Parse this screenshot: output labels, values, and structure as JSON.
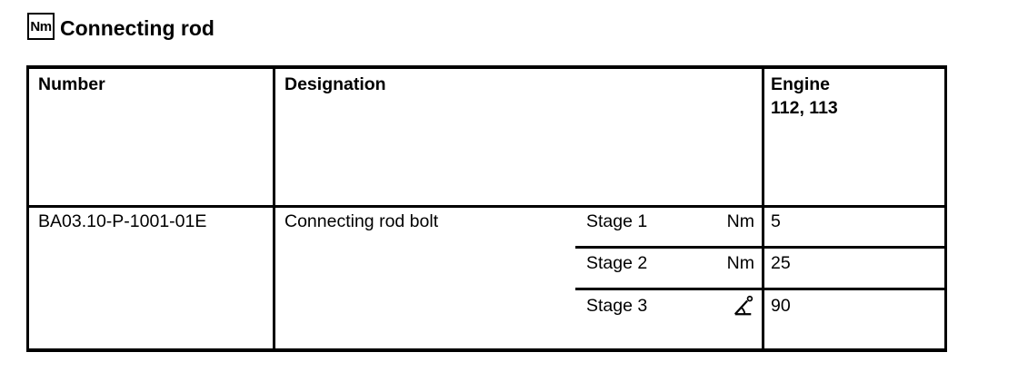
{
  "header": {
    "icon_label": "Nm",
    "title": "Connecting rod"
  },
  "table": {
    "columns": {
      "number": "Number",
      "designation": "Designation",
      "engine": [
        "Engine",
        "112, 113"
      ]
    },
    "row": {
      "number": "BA03.10-P-1001-01E",
      "designation": "Connecting rod bolt",
      "stages": [
        {
          "label": "Stage 1",
          "unit": "Nm",
          "value": "5"
        },
        {
          "label": "Stage 2",
          "unit": "Nm",
          "value": "25"
        },
        {
          "label": "Stage 3",
          "unit": "",
          "unit_icon": "angle-degrees-icon",
          "value": "90"
        }
      ]
    }
  },
  "colors": {
    "text": "#000000",
    "border": "#000000",
    "background": "#ffffff"
  }
}
